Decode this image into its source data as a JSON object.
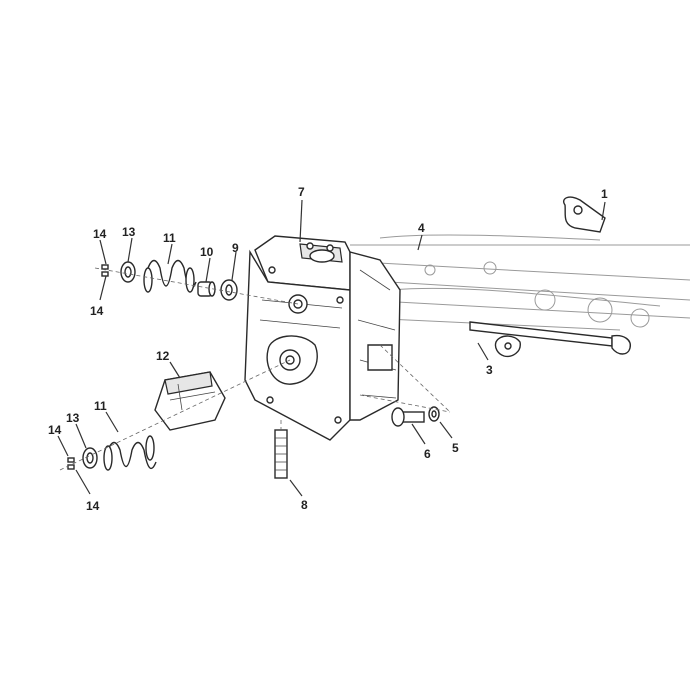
{
  "callouts": [
    {
      "id": "c1",
      "text": "1"
    },
    {
      "id": "c3",
      "text": "3"
    },
    {
      "id": "c4",
      "text": "4"
    },
    {
      "id": "c5",
      "text": "5"
    },
    {
      "id": "c6",
      "text": "6"
    },
    {
      "id": "c7",
      "text": "7"
    },
    {
      "id": "c8",
      "text": "8"
    },
    {
      "id": "c9",
      "text": "9"
    },
    {
      "id": "c10",
      "text": "10"
    },
    {
      "id": "c11a",
      "text": "11"
    },
    {
      "id": "c11b",
      "text": "11"
    },
    {
      "id": "c12",
      "text": "12"
    },
    {
      "id": "c13a",
      "text": "13"
    },
    {
      "id": "c13b",
      "text": "13"
    },
    {
      "id": "c14a",
      "text": "14"
    },
    {
      "id": "c14b",
      "text": "14"
    },
    {
      "id": "c14c",
      "text": "14"
    },
    {
      "id": "c14d",
      "text": "14"
    }
  ]
}
